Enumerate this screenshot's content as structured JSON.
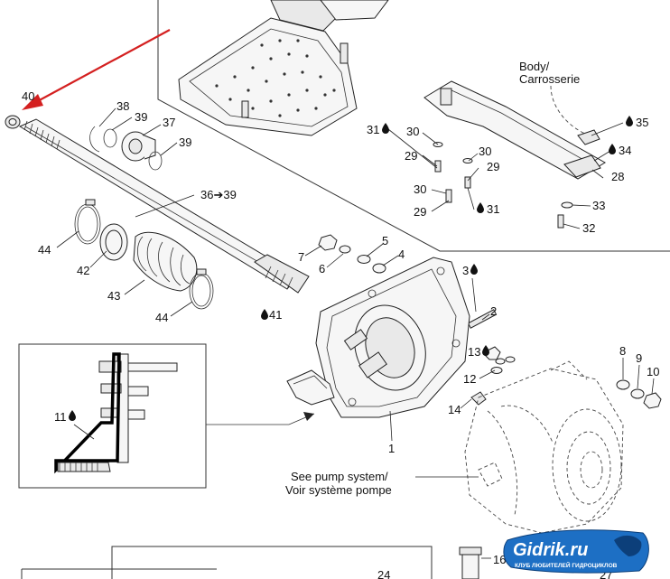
{
  "labels": {
    "p40": "40",
    "p38": "38",
    "p39a": "39",
    "p37": "37",
    "p39b": "39",
    "p36": "36➔39",
    "p44a": "44",
    "p42": "42",
    "p43": "43",
    "p44b": "44",
    "p41": "41",
    "p7": "7",
    "p6": "6",
    "p5": "5",
    "p4": "4",
    "p3": "3",
    "p2": "2",
    "p13": "13",
    "p12": "12",
    "p14": "14",
    "p8": "8",
    "p9": "9",
    "p10": "10",
    "p1": "1",
    "p11": "11",
    "p31a": "31",
    "p30a": "30",
    "p29a": "29",
    "p30b": "30",
    "p29b": "29",
    "p30c": "30",
    "p29c": "29",
    "p31b": "31",
    "p35": "35",
    "p34": "34",
    "p28": "28",
    "p33": "33",
    "p32": "32",
    "p16": "16",
    "p24": "24",
    "p27": "27"
  },
  "notes": {
    "body_line1": "Body/",
    "body_line2": "Carrosserie",
    "pump_line1": "See pump system/",
    "pump_line2": "Voir système pompe"
  },
  "watermark": {
    "brand": "Gidrik.ru",
    "tagline": "КЛУБ ЛЮБИТЕЛЕЙ ГИДРОЦИКЛОВ"
  },
  "colors": {
    "arrow": "#d42020",
    "watermark_blue": "#1d6fc4",
    "line": "#222222"
  }
}
